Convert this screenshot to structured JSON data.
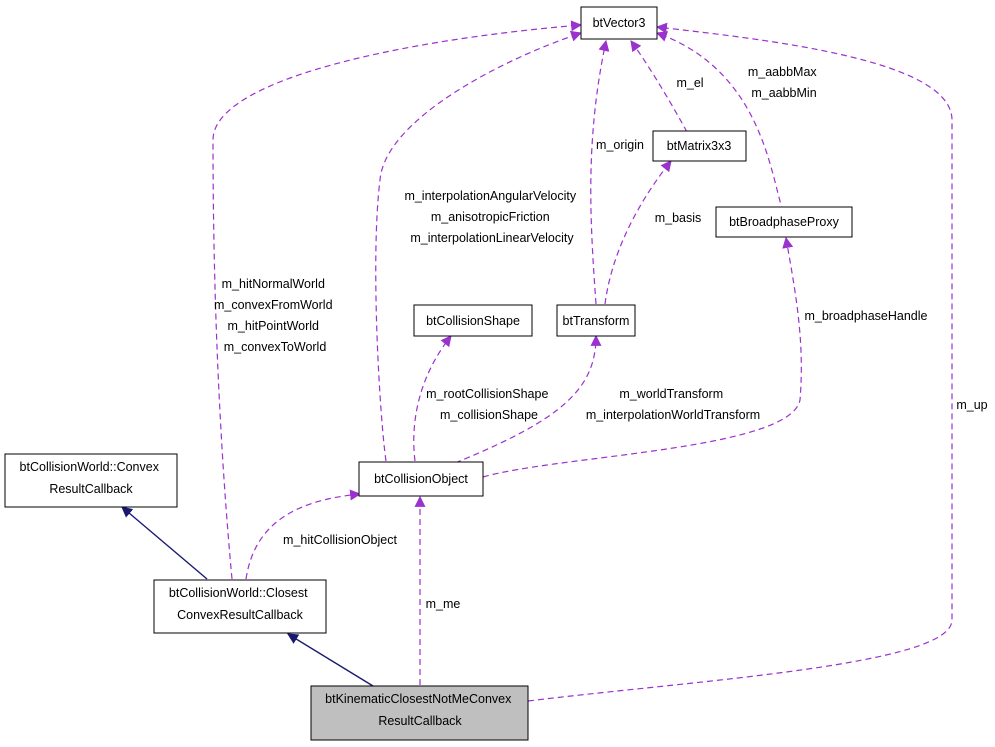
{
  "diagram": {
    "colors": {
      "usage_edge": "#9a32cd",
      "inherit_edge": "#191970",
      "focus_fill": "#bfbfbf"
    },
    "nodes": {
      "btVector3": [
        "btVector3"
      ],
      "btMatrix3x3": [
        "btMatrix3x3"
      ],
      "btBroadphaseProxy": [
        "btBroadphaseProxy"
      ],
      "btCollisionShape": [
        "btCollisionShape"
      ],
      "btTransform": [
        "btTransform"
      ],
      "btCollisionObject": [
        "btCollisionObject"
      ],
      "convexResultCallback": [
        "btCollisionWorld::Convex",
        "ResultCallback"
      ],
      "closestConvexResultCallback": [
        "btCollisionWorld::Closest",
        "ConvexResultCallback"
      ],
      "kinematicClosestNotMe": [
        "btKinematicClosestNotMeConvex",
        "ResultCallback"
      ]
    },
    "edge_labels": {
      "m_el": [
        "m_el"
      ],
      "aabb": [
        "m_aabbMax",
        "m_aabbMin"
      ],
      "m_origin": [
        "m_origin"
      ],
      "interp": [
        "m_interpolationAngularVelocity",
        "m_anisotropicFriction",
        "m_interpolationLinearVelocity"
      ],
      "m_basis": [
        "m_basis"
      ],
      "hitWorld": [
        "m_hitNormalWorld",
        "m_convexFromWorld",
        "m_hitPointWorld",
        "m_convexToWorld"
      ],
      "broadphase": [
        "m_broadphaseHandle"
      ],
      "shapes": [
        "m_rootCollisionShape",
        "m_collisionShape"
      ],
      "transforms": [
        "m_worldTransform",
        "m_interpolationWorldTransform"
      ],
      "m_up": [
        "m_up"
      ],
      "hitObject": [
        "m_hitCollisionObject"
      ],
      "m_me": [
        "m_me"
      ]
    }
  }
}
